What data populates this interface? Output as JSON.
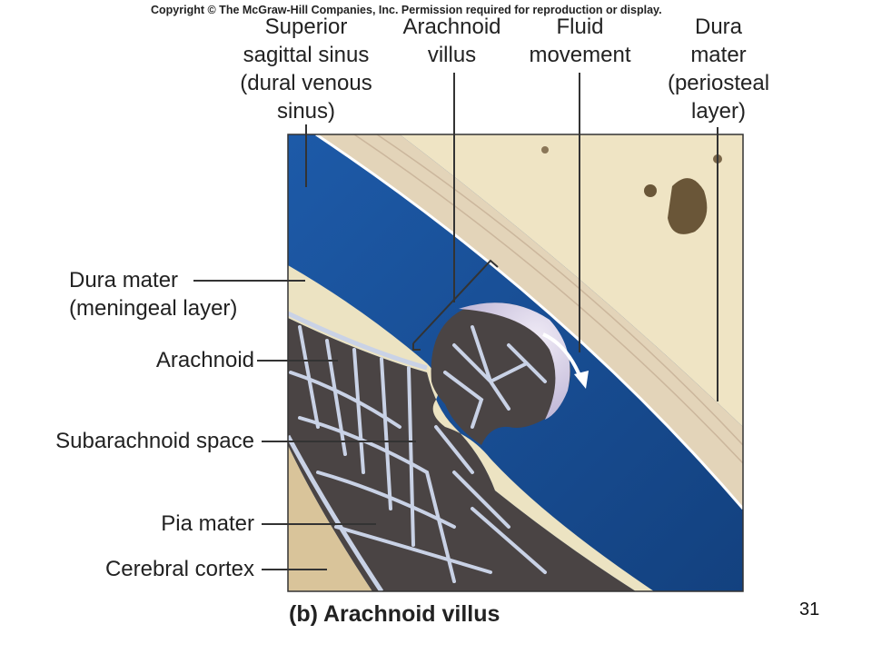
{
  "copyright": "Copyright © The McGraw-Hill Companies, Inc. Permission required for reproduction or display.",
  "labels": {
    "superior_sagittal_sinus": "Superior\nsagittal sinus\n(dural venous\nsinus)",
    "arachnoid_villus": "Arachnoid\nvillus",
    "fluid_movement": "Fluid\nmovement",
    "dura_periosteal": "Dura\nmater\n(periosteal\nlayer)",
    "dura_meningeal": "Dura mater\n(meningeal layer)",
    "arachnoid": "Arachnoid",
    "subarachnoid_space": "Subarachnoid space",
    "pia_mater": "Pia mater",
    "cerebral_cortex": "Cerebral cortex"
  },
  "caption": "(b) Arachnoid villus",
  "page_number": "31",
  "colors": {
    "sinus_blue": "#1a4f9a",
    "bone": "#efe4c4",
    "dura": "#ece3c2",
    "subarachnoid_dark": "#4a4444",
    "web": "#c9d2e6",
    "cortex": "#d9c49a",
    "villus_cap": "#d6cfe6"
  }
}
